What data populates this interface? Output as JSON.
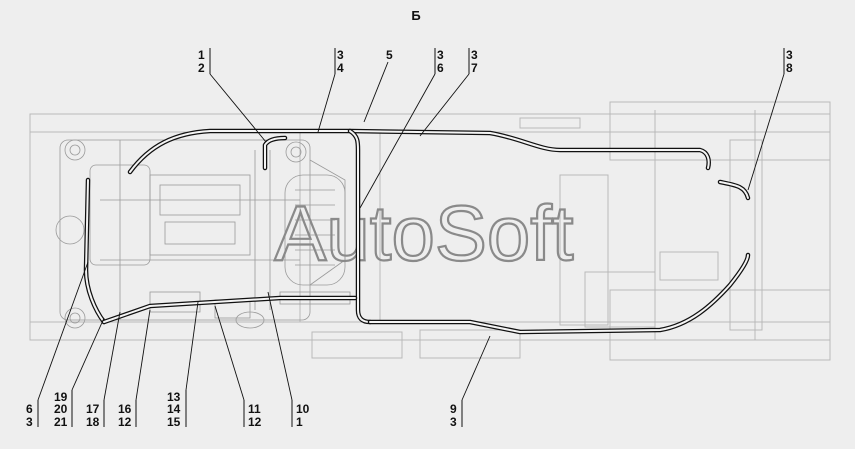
{
  "view_label": "Б",
  "watermark": "AutoSoft",
  "callouts": {
    "c1": [
      "1",
      "2"
    ],
    "c2": [
      "3",
      "4"
    ],
    "c3": [
      "5"
    ],
    "c4": [
      "3",
      "6"
    ],
    "c5": [
      "3",
      "7"
    ],
    "c6": [
      "3",
      "8"
    ],
    "c7": [
      "6",
      "3"
    ],
    "c8": [
      "19",
      "20",
      "21"
    ],
    "c9": [
      "17",
      "18"
    ],
    "c10": [
      "16",
      "12"
    ],
    "c11": [
      "13",
      "14",
      "15"
    ],
    "c12": [
      "11",
      "12"
    ],
    "c13": [
      "10",
      "1"
    ],
    "c14": [
      "9",
      "3"
    ]
  }
}
